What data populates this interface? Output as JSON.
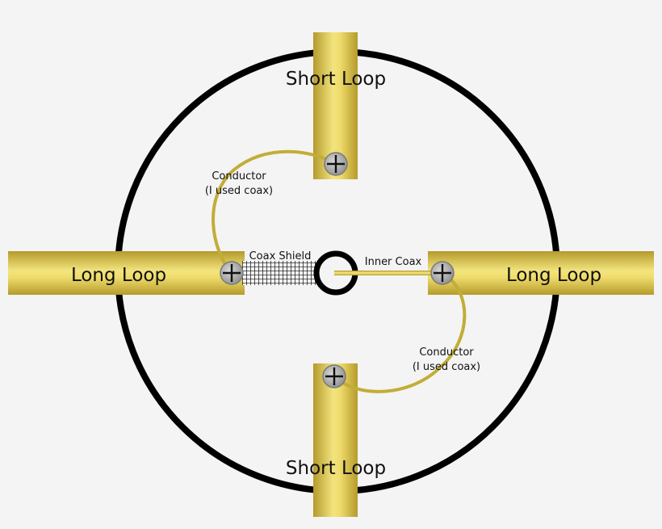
{
  "colors": {
    "background": "#f4f4f4",
    "ring": "#000000",
    "brass_dark": "#b39a2a",
    "brass_light": "#f2e27a",
    "conductor": "#c2ad38",
    "screw": "#9a9a9a"
  },
  "labels": {
    "short_loop_top": "Short Loop",
    "short_loop_bottom": "Short Loop",
    "long_loop_left": "Long Loop",
    "long_loop_right": "Long Loop",
    "coax_shield": "Coax Shield",
    "inner_coax": "Inner Coax",
    "conductor_upper": [
      "Conductor",
      "(I used coax)"
    ],
    "conductor_lower": [
      "Conductor",
      "(I used coax)"
    ]
  }
}
